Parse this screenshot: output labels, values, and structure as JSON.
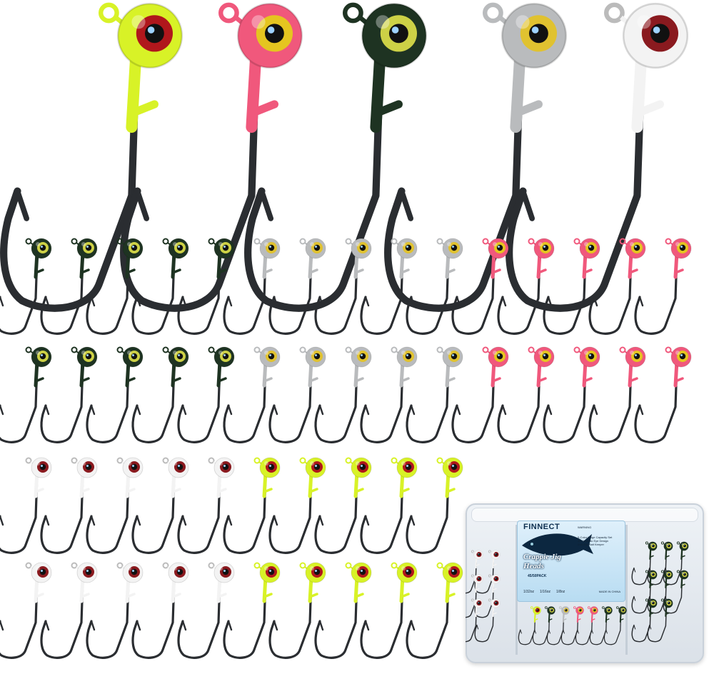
{
  "colors": {
    "chartreuse": "#d8f227",
    "pink": "#f0587c",
    "black": "#1e3322",
    "silver": "#b9bbbd",
    "white": "#f3f3f3",
    "hook": "#2a2d31"
  },
  "rows": [
    {
      "size": "small",
      "groups": [
        {
          "color": "black",
          "count": 5
        },
        {
          "color": "silver",
          "count": 5
        },
        {
          "color": "pink",
          "count": 5
        }
      ]
    },
    {
      "size": "small",
      "groups": [
        {
          "color": "black",
          "count": 5
        },
        {
          "color": "silver",
          "count": 5
        },
        {
          "color": "pink",
          "count": 5
        }
      ]
    },
    {
      "size": "small",
      "groups": [
        {
          "color": "white",
          "count": 5
        },
        {
          "color": "chartreuse",
          "count": 5
        }
      ]
    },
    {
      "size": "small",
      "groups": [
        {
          "color": "white",
          "count": 5
        },
        {
          "color": "chartreuse",
          "count": 5
        }
      ]
    }
  ],
  "large_jigs": [
    "chartreuse",
    "pink",
    "black",
    "silver",
    "white"
  ],
  "package": {
    "brand": "FINNECT",
    "title": "Crappie Jig Heads",
    "pack": "45/50PACK",
    "warning": "WARNING",
    "features": [
      "5-Color Large Capacity Set",
      "3D Realistic Eye Design",
      "Anti-Slip Bait Keeper"
    ],
    "sizes": [
      "1/32oz",
      "1/16oz",
      "1/8oz"
    ],
    "made_in": "MADE IN CHINA",
    "icon": "fish-logo-icon"
  }
}
